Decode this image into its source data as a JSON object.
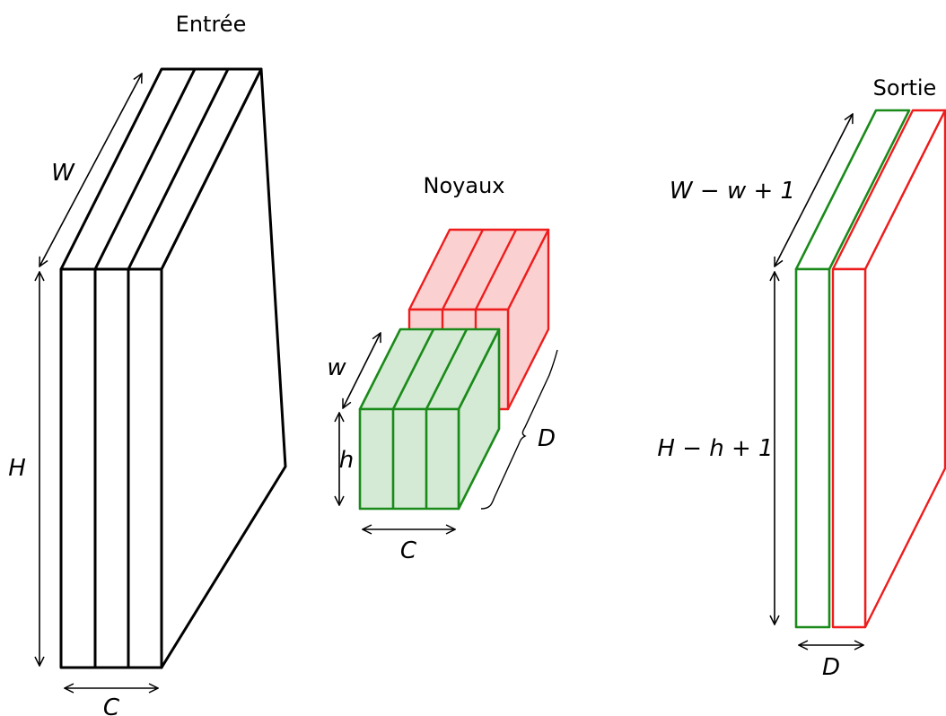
{
  "titles": {
    "input": "Entrée",
    "kernels": "Noyaux",
    "output": "Sortie"
  },
  "labels": {
    "input_width": "W",
    "input_height": "H",
    "input_channels": "C",
    "kernel_width": "w",
    "kernel_height": "h",
    "kernel_channels": "C",
    "kernel_count": "D",
    "output_width": "W − w + 1",
    "output_height": "H − h + 1",
    "output_depth": "D"
  },
  "colors": {
    "input_stroke": "#000000",
    "kernel_back_stroke": "#ee1c1c",
    "kernel_back_fill": "#fbd0d0",
    "kernel_front_stroke": "#1a8a1a",
    "kernel_front_fill": "#d4ead4",
    "output_green": "#1a8a1a",
    "output_red": "#ee1c1c"
  }
}
